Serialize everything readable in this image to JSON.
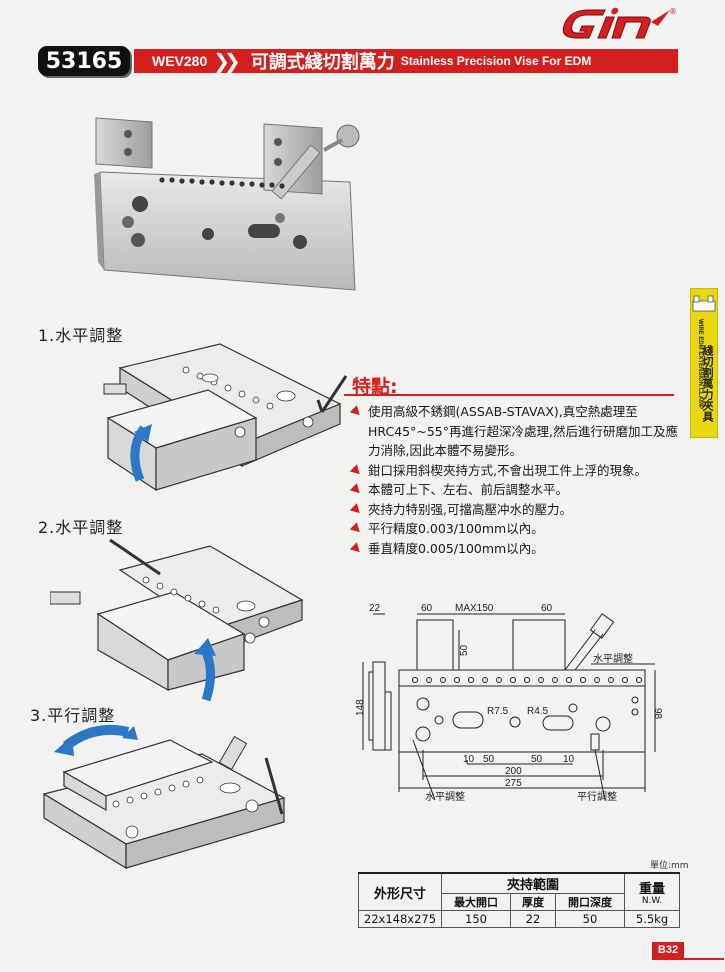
{
  "logo": {
    "text": "GiN",
    "mark": "®"
  },
  "header": {
    "model": "53165",
    "code": "WEV280",
    "title_zh": "可調式綫切割萬力",
    "title_en": "Stainless Precision Vise For EDM"
  },
  "side_tab": {
    "en": "WIRE EDM EXTENSION CLAMP",
    "zh": "綫切割萬力夾具"
  },
  "steps": [
    {
      "label": "1.水平調整"
    },
    {
      "label": "2.水平調整"
    },
    {
      "label": "3.平行調整"
    }
  ],
  "features": {
    "title": "特點:",
    "items": [
      "使用高級不銹鋼(ASSAB-STAVAX),真空熱處理至HRC45°~55°再進行超深冷處理,然后進行研磨加工及應力消除,因此本體不易變形。",
      "鉗口採用斜楔夾持方式,不會出現工件上浮的現象。",
      "本體可上下、左右、前后調整水平。",
      "夾持力特别强,可擋高壓冲水的壓力。",
      "平行精度0.003/100mm以內。",
      "垂直精度0.005/100mm以內。"
    ]
  },
  "drawing": {
    "dims": {
      "d22": "22",
      "d60a": "60",
      "max150": "MAX150",
      "d60b": "60",
      "d50v": "50",
      "d148": "148",
      "r75": "R7.5",
      "r45": "R4.5",
      "d98": "98",
      "d10a": "10",
      "d50a": "50",
      "d50b": "50",
      "d10b": "10",
      "d200": "200",
      "d275": "275"
    },
    "labels": {
      "level_top": "水平調整",
      "level_bottom": "水平調整",
      "parallel": "平行調整"
    }
  },
  "table": {
    "unit": "單位:mm",
    "headers": {
      "size": "外形尺寸",
      "clamp_range": "夾持範圍",
      "max_open": "最大開口",
      "thickness": "厚度",
      "depth": "開口深度",
      "weight": "重量",
      "nw": "N.W."
    },
    "row": {
      "size": "22x148x275",
      "max_open": "150",
      "thickness": "22",
      "depth": "50",
      "weight": "5.5kg"
    }
  },
  "page": "B32",
  "colors": {
    "accent": "#d3201f",
    "tab": "#e8d812",
    "arrow": "#2a78c6"
  }
}
